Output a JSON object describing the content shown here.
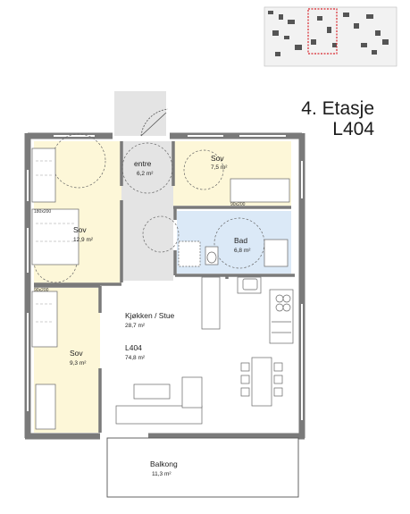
{
  "heading": {
    "floor": "4. Etasje",
    "unit": "L404"
  },
  "rooms": {
    "entre": {
      "name": "entre",
      "area": "6,2 m²"
    },
    "sov1": {
      "name": "Sov",
      "area": "7,5 m²"
    },
    "bad": {
      "name": "Bad",
      "area": "6,8 m²"
    },
    "sov2": {
      "name": "Sov",
      "area": "12,9 m²"
    },
    "kjokken": {
      "name": "Kjøkken / Stue",
      "area": "28,7 m²"
    },
    "unit": {
      "name": "L404",
      "area": "74,8 m²"
    },
    "sov3": {
      "name": "Sov",
      "area": "9,3 m²"
    },
    "balkong": {
      "name": "Balkong",
      "area": "11,3 m²"
    }
  },
  "bed_labels": {
    "bed_1": "90x200",
    "bed_2": "180x200",
    "bed_3": "90x200"
  },
  "colors": {
    "wall": "#7a7a7a",
    "bedroom_fill": "#fdf7d8",
    "bath_fill": "#dbe9f7",
    "hall_fill": "#e4e4e4",
    "highlight": "#d9272e"
  }
}
